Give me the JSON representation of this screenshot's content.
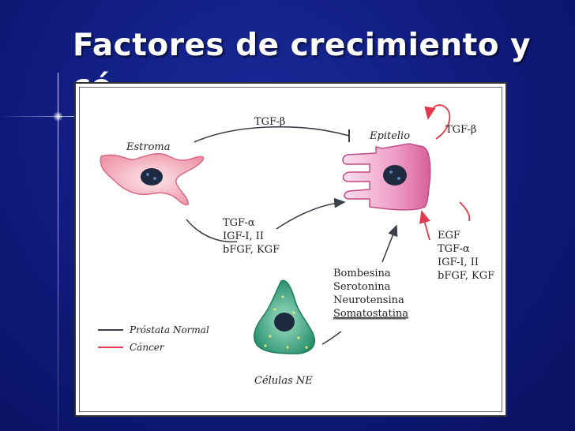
{
  "slide": {
    "title": "Factores de crecimiento y",
    "title_overflow": "cé"
  },
  "diagram": {
    "cells": {
      "stroma": "Estroma",
      "epithelium": "Epitelio",
      "ne_cells": "Células NE"
    },
    "signals": {
      "stroma_to_epi_top": "TGF-β",
      "epi_autocrine": "TGF-β",
      "stroma_to_epi_list": [
        "TGF-α",
        "IGF-I, II",
        "bFGF, KGF"
      ],
      "ne_list": [
        "Bombesina",
        "Serotonina",
        "Neurotensina",
        "Somatostatina"
      ],
      "cancer_list": [
        "EGF",
        "TGF-α",
        "IGF-I, II",
        "bFGF, KGF"
      ]
    },
    "legend": {
      "normal": "Próstata Normal",
      "cancer": "Cáncer"
    },
    "colors": {
      "normal": "#3a3f4a",
      "cancer": "#e03a4a",
      "stroma_cell": "#f2a0b0",
      "epi_cell": "#e88ab8",
      "ne_cell": "#2e9a78",
      "nucleus": "#1e2a40"
    }
  }
}
